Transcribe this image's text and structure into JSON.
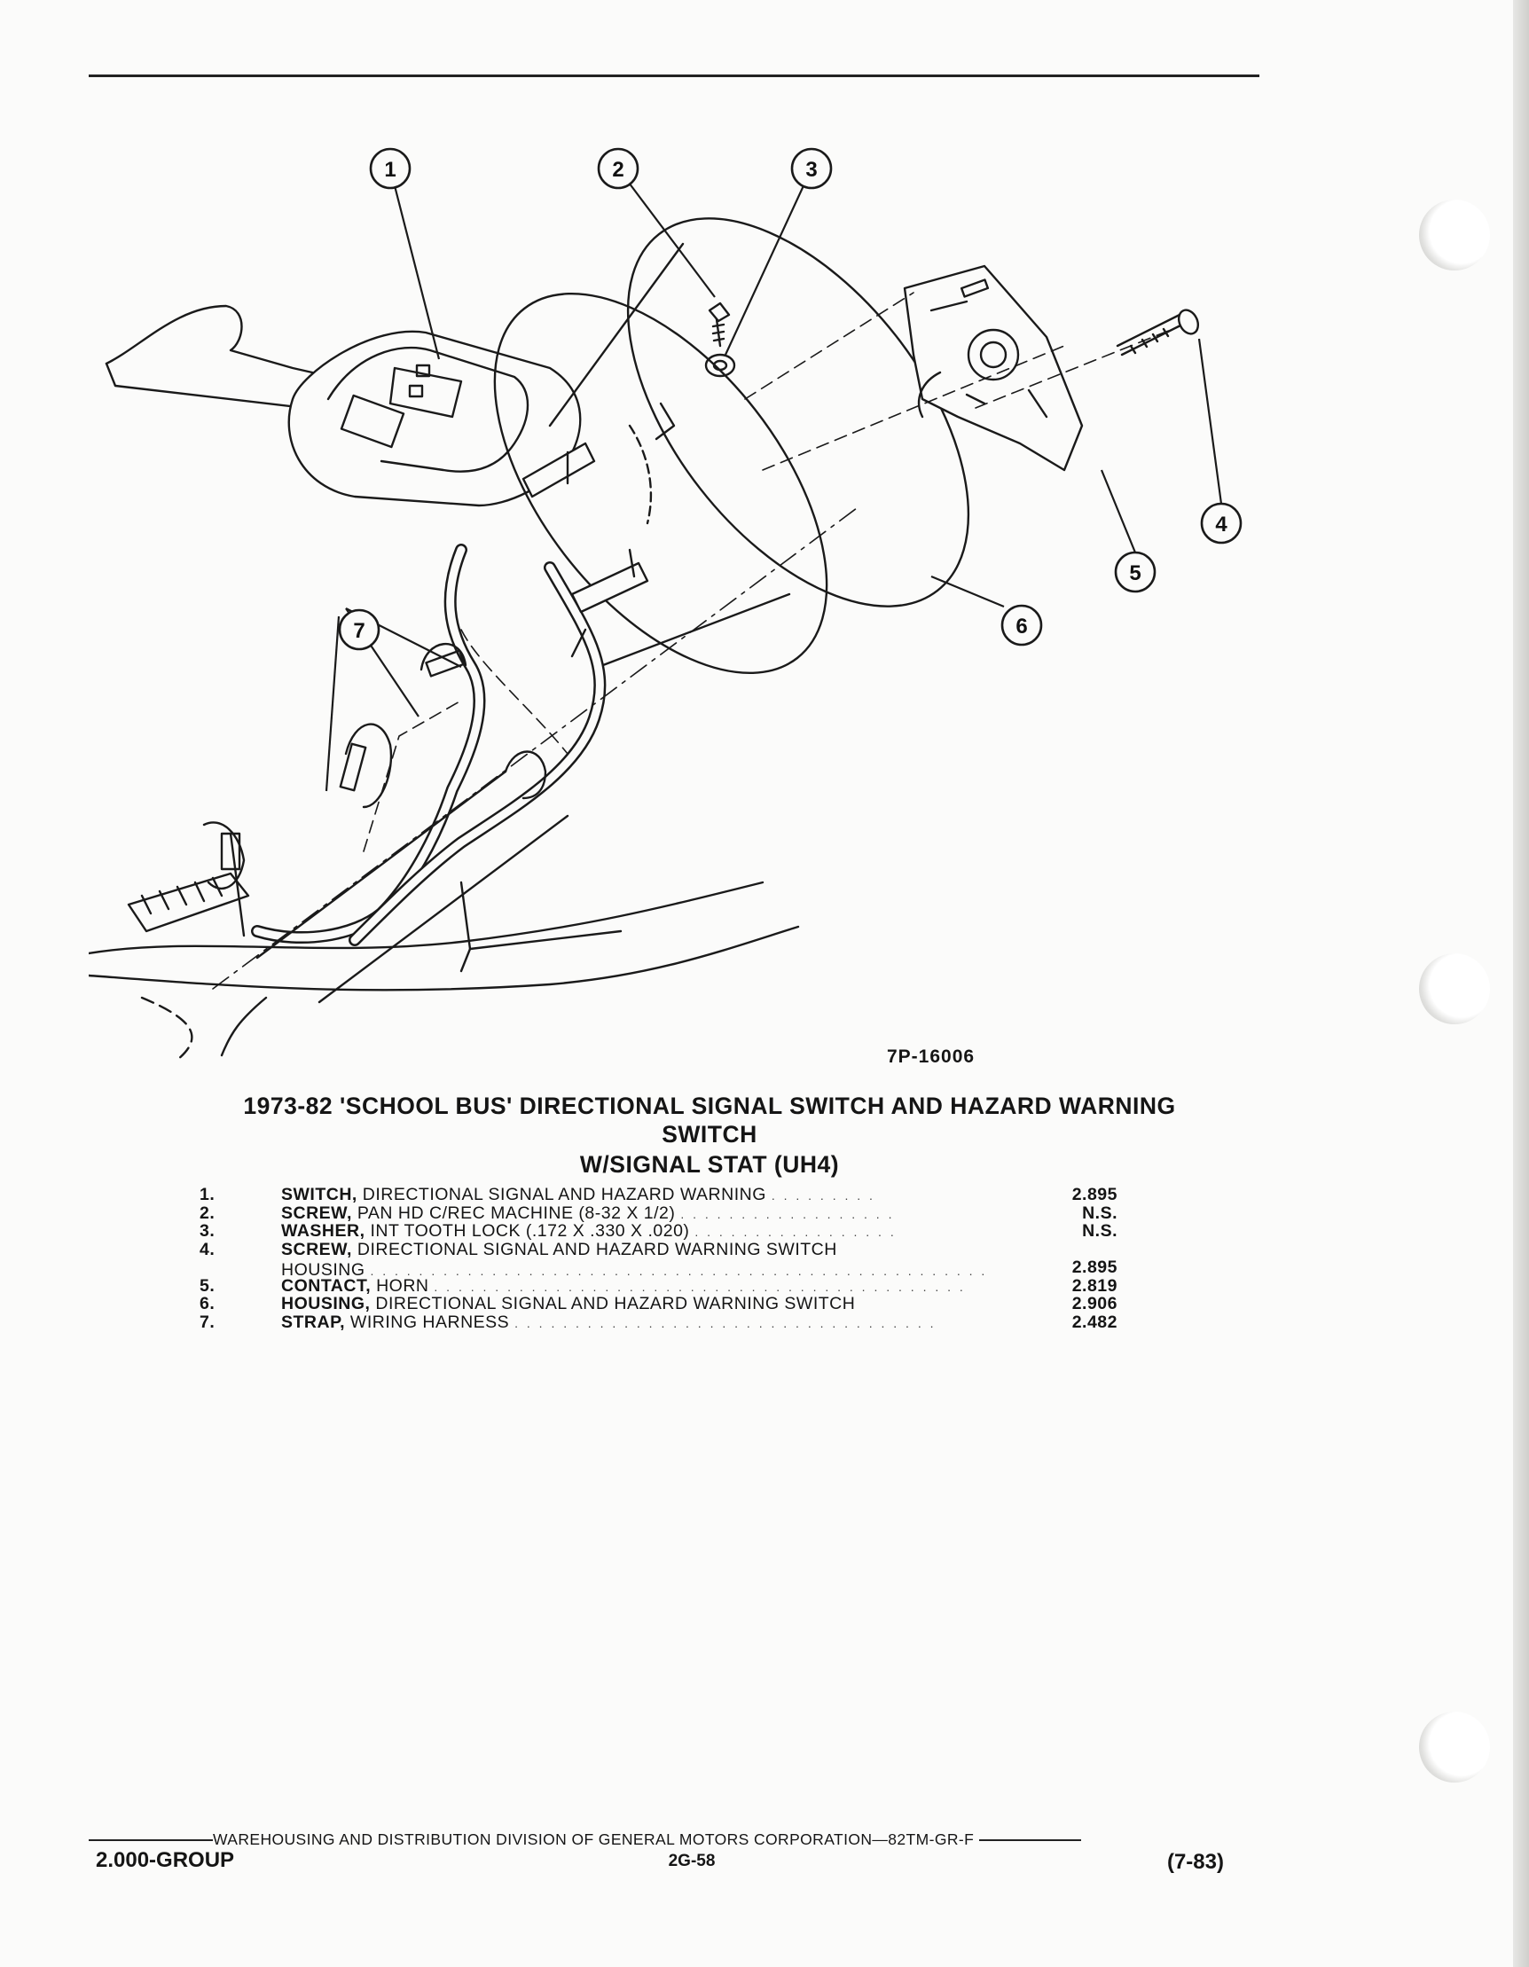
{
  "figure": {
    "id": "7P-16006",
    "callouts": [
      "1",
      "2",
      "3",
      "4",
      "5",
      "6",
      "7"
    ]
  },
  "title": {
    "line1": "1973-82 'SCHOOL BUS' DIRECTIONAL SIGNAL SWITCH AND HAZARD WARNING",
    "line2": "SWITCH",
    "line3": "W/SIGNAL STAT (UH4)"
  },
  "parts": [
    {
      "num": "1.",
      "name": "SWITCH,",
      "desc": "DIRECTIONAL SIGNAL AND HAZARD WARNING",
      "desc2": "",
      "code": "2.895"
    },
    {
      "num": "2.",
      "name": "SCREW,",
      "desc": "PAN HD C/REC MACHINE (8-32 X 1/2)",
      "desc2": "",
      "code": "N.S."
    },
    {
      "num": "3.",
      "name": "WASHER,",
      "desc": "INT TOOTH LOCK (.172 X .330 X .020)",
      "desc2": "",
      "code": "N.S."
    },
    {
      "num": "4.",
      "name": "SCREW,",
      "desc": "DIRECTIONAL SIGNAL AND HAZARD WARNING SWITCH",
      "desc2": "HOUSING",
      "code": "2.895"
    },
    {
      "num": "5.",
      "name": "CONTACT,",
      "desc": "HORN",
      "desc2": "",
      "code": "2.819"
    },
    {
      "num": "6.",
      "name": "HOUSING,",
      "desc": "DIRECTIONAL SIGNAL AND HAZARD WARNING SWITCH",
      "desc2": "",
      "code": "2.906"
    },
    {
      "num": "7.",
      "name": "STRAP,",
      "desc": "WIRING HARNESS",
      "desc2": "",
      "code": "2.482"
    }
  ],
  "footer": {
    "line": "WAREHOUSING AND DISTRIBUTION DIVISION OF GENERAL MOTORS CORPORATION—82TM-GR-F",
    "group": "2.000-GROUP",
    "page": "2G-58",
    "revision": "(7-83)"
  }
}
